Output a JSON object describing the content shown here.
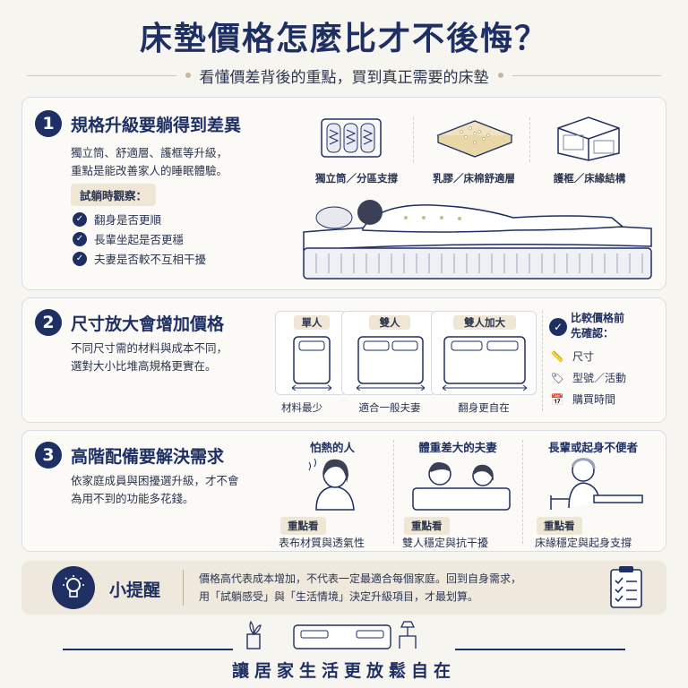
{
  "title": "床墊價格怎麼比才不後悔？",
  "subtitle": "看懂價差背後的重點，買到真正需要的床墊",
  "section1": {
    "number": "1",
    "heading": "規格升級要躺得到差異",
    "desc_line1": "獨立筒、舒適層、護框等升級，",
    "desc_line2": "重點是能改善家人的睡眠體驗。",
    "tag": "試躺時觀察：",
    "checks": [
      "翻身是否更順",
      "長輩坐起是否更穩",
      "夫妻是否較不互相干擾"
    ],
    "features": [
      "獨立筒／分區支撐",
      "乳膠／床棉舒適層",
      "護框／床緣結構"
    ]
  },
  "section2": {
    "number": "2",
    "heading": "尺寸放大會增加價格",
    "desc_line1": "不同尺寸需的材料與成本不同，",
    "desc_line2": "選對大小比堆高規格更實在。",
    "sizes": [
      {
        "name": "單人",
        "caption": "材料最少"
      },
      {
        "name": "雙人",
        "caption": "適合一般夫妻"
      },
      {
        "name": "雙人加大",
        "caption": "翻身更自在"
      }
    ],
    "confirm_title_line1": "比較價格前",
    "confirm_title_line2": "先確認：",
    "confirm_items": [
      "尺寸",
      "型號／活動",
      "購買時間"
    ]
  },
  "section3": {
    "number": "3",
    "heading": "高階配備要解決需求",
    "desc_line1": "依家庭成員與困擾選升級，才不會",
    "desc_line2": "為用不到的功能多花錢。",
    "columns": [
      {
        "title": "怕熱的人",
        "focus": "重點看",
        "detail": "表布材質與透氣性"
      },
      {
        "title": "體重差大的夫妻",
        "focus": "重點看",
        "detail": "雙人穩定與抗干擾"
      },
      {
        "title": "長輩或起身不便者",
        "focus": "重點看",
        "detail": "床緣穩定與起身支撐"
      }
    ]
  },
  "tip": {
    "label": "小提醒",
    "line1": "價格高代表成本增加，不代表一定最適合每個家庭。回到自身需求，",
    "line2": "用「試躺感受」與「生活情境」決定升級項目，才最划算。"
  },
  "footer": "讓居家生活更放鬆自在",
  "colors": {
    "navy": "#1e2f63",
    "beige": "#efe6d6",
    "background": "#f7f5f0"
  }
}
